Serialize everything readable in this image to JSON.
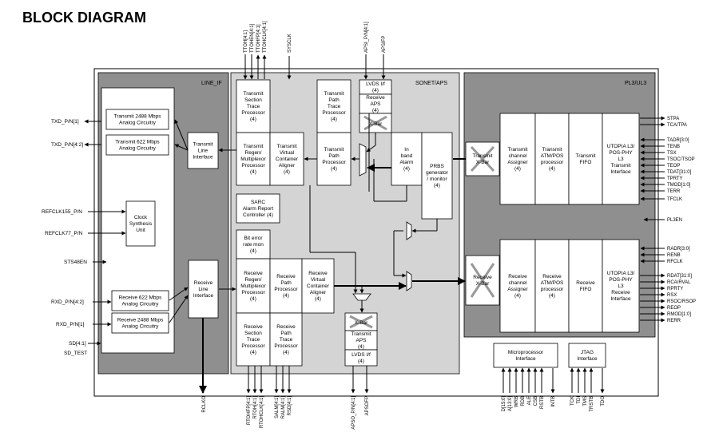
{
  "title": "BLOCK DIAGRAM",
  "sections": {
    "line_if": "LINE_IF",
    "sonet_aps": "SONET/APS",
    "pl3_ul3": "PL3/UL3"
  },
  "line_if_blocks": {
    "tx2488": [
      "Transmit 2488 Mbps",
      "Analog Circuitry"
    ],
    "tx622": [
      "Transmit 622 Mbps",
      "Analog Circuitry"
    ],
    "clock": [
      "Clock",
      "Synthesis",
      "Unit"
    ],
    "rx622": [
      "Receive 622 Mbps",
      "Analog Circuitry"
    ],
    "rx2488": [
      "Receive 2488 Mbps",
      "Analog Circuitry"
    ],
    "tli": [
      "Transmit",
      "Line",
      "Interface"
    ],
    "rli": [
      "Receive",
      "Line",
      "Interface"
    ]
  },
  "sonet_blocks": {
    "tstp": [
      "Transmit",
      "Section",
      "Trace",
      "Processor",
      "(4)"
    ],
    "trmp": [
      "Transmit",
      "Regen/",
      "Multiplexor",
      "Processor",
      "(4)"
    ],
    "tvca": [
      "Transmit",
      "Virtual",
      "Container",
      "Aligner",
      "(4)"
    ],
    "tptp": [
      "Transmit",
      "Path",
      "Trace",
      "Processor",
      "(4)"
    ],
    "tpp": [
      "Transmit",
      "Path",
      "Processor",
      "(4)"
    ],
    "lvds_top": [
      "LVDS I/f",
      "(4)"
    ],
    "raps": [
      "Receive",
      "APS",
      "(4)"
    ],
    "xbar_top": "X-Bar",
    "inband": [
      "In",
      "band",
      "Alarm",
      "(4)"
    ],
    "prbs": [
      "PRBS",
      "generator",
      "/ monitor",
      "(4)"
    ],
    "sarc": [
      "SARC",
      "Alarm Report",
      "Controller (4)"
    ],
    "berm": [
      "Bit error",
      "rate mon",
      "(4)"
    ],
    "rrmp": [
      "Receive",
      "Regen/",
      "Multiplexor",
      "Processor",
      "(4)"
    ],
    "rpp": [
      "Receive",
      "Path",
      "Processor",
      "(4)"
    ],
    "rvca": [
      "Receive",
      "Virtual",
      "Container",
      "Aligner",
      "(4)"
    ],
    "rstp": [
      "Receive",
      "Section",
      "Trace",
      "Processor",
      "(4)"
    ],
    "rptp": [
      "Receive",
      "Path",
      "Trace",
      "Processor",
      "(4)"
    ],
    "xbar_bot": "X-Bar",
    "taps": [
      "Transmit",
      "APS",
      "(4)"
    ],
    "lvds_bot": [
      "LVDS I/f",
      "(4)"
    ]
  },
  "pl3_blocks": {
    "txbar": [
      "Transmit",
      "X-Bar"
    ],
    "tca": [
      "Transmit",
      "channel",
      "Assigner",
      "(4)"
    ],
    "tatm": [
      "Transmit",
      "ATM/POS",
      "processor",
      "(4)"
    ],
    "tfifo": [
      "Transmit",
      "FIFO"
    ],
    "tutopia": [
      "UTOPIA L3/",
      "POS-PHY",
      "L3",
      "Transmit",
      "Interface"
    ],
    "rxbar": [
      "Receive",
      "X-Bar"
    ],
    "rca": [
      "Receive",
      "channel",
      "Assigner",
      "(4)"
    ],
    "ratm": [
      "Receive",
      "ATM/POS",
      "processor",
      "(4)"
    ],
    "rfifo": [
      "Receive",
      "FIFO"
    ],
    "rutopia": [
      "UTOPIA L3/",
      "POS-PHY",
      "L3",
      "Receive",
      "Interface"
    ]
  },
  "aux_blocks": {
    "micro": [
      "Microprocessor",
      "Interface"
    ],
    "jtag": [
      "JTAG",
      "Interface"
    ]
  },
  "left_signals": [
    "TXD_P/N[1]",
    "TXD_P/N[4:2]",
    "REFCLK155_P/N",
    "REFCLK77_P/N",
    "STS48EN",
    "RXD_P/N[4:2]",
    "RXD_P/N[1]",
    "SD[4:1]",
    "SD_TEST"
  ],
  "top_signals": [
    "TTOH[4:1]",
    "TTOHEN[4:1]",
    "TTOHFP[4:1]",
    "TTOHCLK[4:1]",
    "SYSCLK",
    "APSI_P/N[4:1]",
    "APSIFP"
  ],
  "right_signals": [
    "STPA",
    "TCA/TPA",
    "TADR[3:0]",
    "TENB",
    "TSX",
    "TSOC/TSOP",
    "TEOP",
    "TDAT[31:0]",
    "TPRTY",
    "TMOD[1:0]",
    "TERR",
    "TFCLK",
    "PL3EN",
    "RADR[3:0]",
    "RENB",
    "RFCLK",
    "RDAT[31:0]",
    "RCA/RVAL",
    "RPRTY",
    "RSX",
    "RSOC/RSOP",
    "REOP",
    "RMOD[1:0]",
    "RERR"
  ],
  "bottom_signals": [
    "RCLKO",
    "RTOHFP[4:1]",
    "RTOH[4:1]",
    "RTOHCLK[4:1]",
    "SALM[4:1]",
    "RALM[4:1]",
    "RSD[4:1]",
    "APSO_P/N[4:1]",
    "APSOFP",
    "D[15:0]",
    "A[13:0]",
    "WRB",
    "RDB",
    "ALE",
    "CSB",
    "RSTB",
    "INTB",
    "TCK",
    "TDI",
    "TMS",
    "TRSTB",
    "TDO"
  ]
}
